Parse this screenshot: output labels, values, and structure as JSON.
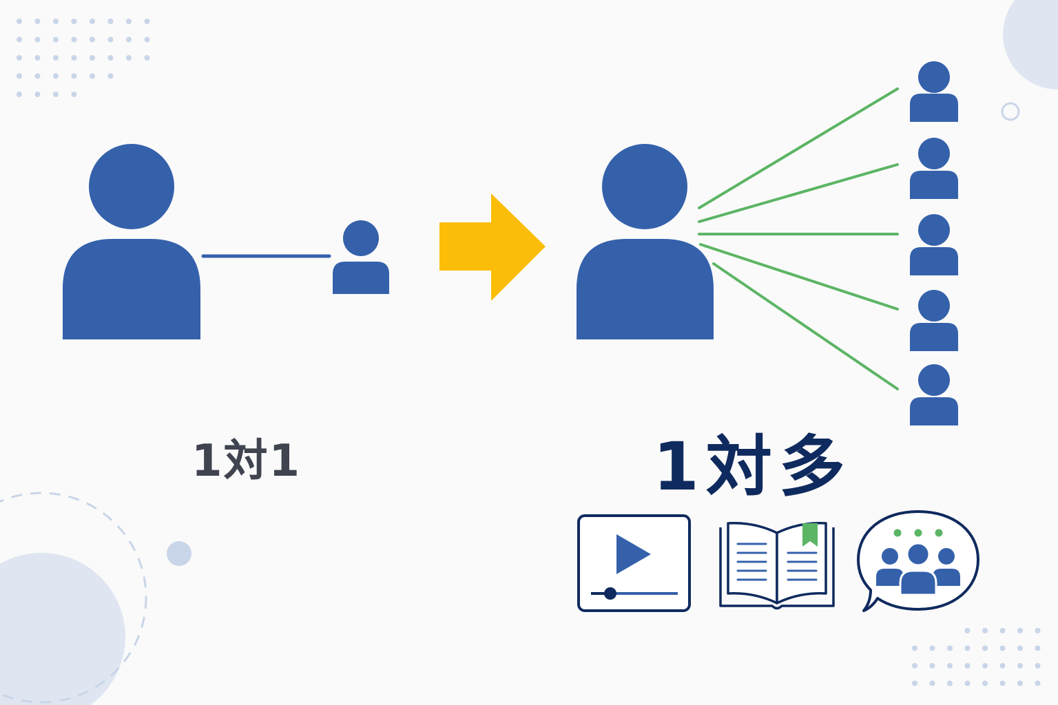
{
  "labels": {
    "one_to_one": "1対1",
    "one_to_many": "1対多"
  },
  "colors": {
    "background": "#fafafa",
    "person_blue": "#3561ab",
    "arrow_yellow": "#fbbd08",
    "line_green": "#5cb565",
    "dark_navy": "#0f2a5e",
    "label_gray": "#3f444f",
    "decor_light": "#dfe6f1",
    "dot_light": "#c9d5e8"
  },
  "icons": {
    "arrow": "right-arrow-icon",
    "video": "video-player-icon",
    "book": "open-book-icon",
    "community": "community-chat-icon"
  },
  "audience_count": 5
}
